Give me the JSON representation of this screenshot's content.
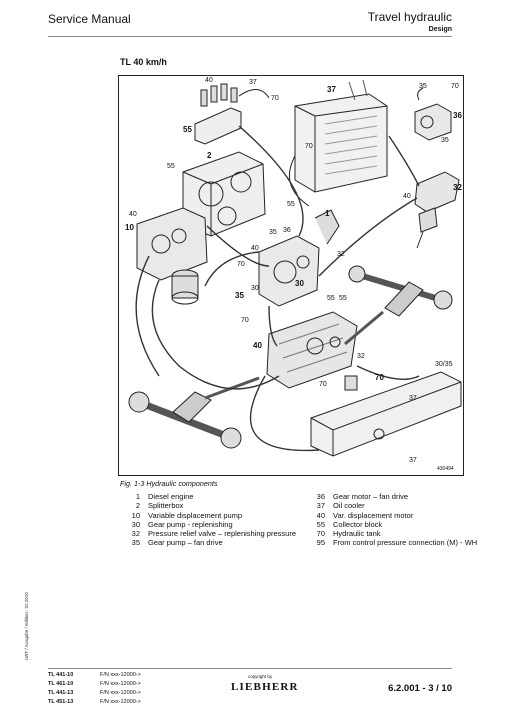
{
  "header": {
    "left": "Service Manual",
    "right": "Travel hydraulic",
    "subtitle": "Design"
  },
  "figure": {
    "title": "TL 40 km/h",
    "caption": "Fig. 1-3 Hydraulic components",
    "image_code": "430494",
    "callouts": [
      "40",
      "37",
      "70",
      "55",
      "37",
      "70",
      "35",
      "70",
      "36",
      "35",
      "2",
      "55",
      "40",
      "10",
      "1",
      "35",
      "36",
      "55",
      "70",
      "40",
      "30",
      "32",
      "40",
      "32",
      "35",
      "30",
      "70",
      "55",
      "55",
      "40",
      "32",
      "70",
      "30/35",
      "37",
      "70",
      "37"
    ]
  },
  "legend": {
    "left": [
      {
        "n": "1",
        "t": "Diesel engine"
      },
      {
        "n": "2",
        "t": "Splitterbox"
      },
      {
        "n": "10",
        "t": "Variable displacement pump"
      },
      {
        "n": "30",
        "t": "Gear pump - replenishing"
      },
      {
        "n": "32",
        "t": "Pressure relief valve – replenishing pressure"
      },
      {
        "n": "35",
        "t": "Gear pump – fan drive"
      }
    ],
    "right": [
      {
        "n": "36",
        "t": "Gear motor – fan drive"
      },
      {
        "n": "37",
        "t": "Oil cooler"
      },
      {
        "n": "40",
        "t": "Var. displacement motor"
      },
      {
        "n": "55",
        "t": "Collector block"
      },
      {
        "n": "70",
        "t": "Hydraulic tank"
      },
      {
        "n": "95",
        "t": "From control pressure connection (M) - WH"
      }
    ]
  },
  "side_note": "LWT / Ausgabe / Edition : 02.2010",
  "footer": {
    "models": [
      {
        "m": "TL 441-10",
        "fn": "F/N xxx-12000->"
      },
      {
        "m": "TL 461-10",
        "fn": "F/N xxx-12000->"
      },
      {
        "m": "TL 441-13",
        "fn": "F/N xxx-12000->"
      },
      {
        "m": "TL 451-13",
        "fn": "F/N xxx-12000->"
      }
    ],
    "copyright": "copyright by",
    "logo": "LIEBHERR",
    "page": "6.2.001 - 3 / 10"
  }
}
